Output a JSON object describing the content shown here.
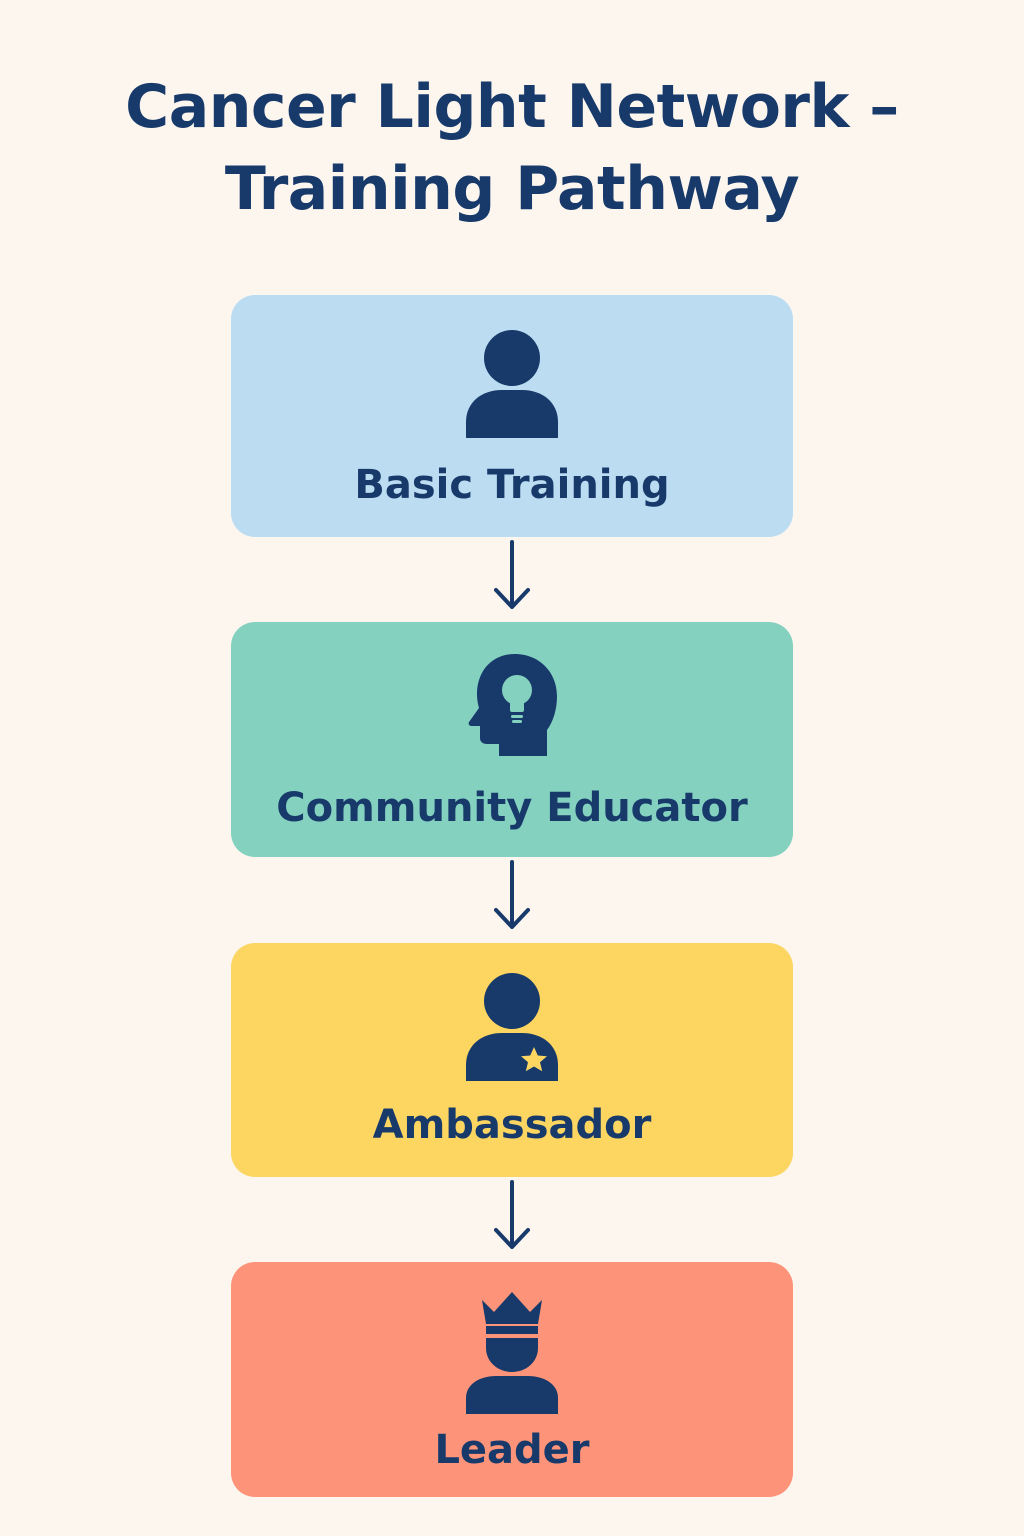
{
  "title": {
    "line1": "Cancer Light Network –",
    "line2": "Training Pathway"
  },
  "colors": {
    "background": "#fcf6ef",
    "text": "#173a6b",
    "basic_training": "#bcdcf2",
    "community_educator": "#84d1c0",
    "ambassador": "#fdd662",
    "leader": "#fd9479"
  },
  "stages": [
    {
      "label": "Basic Training",
      "icon": "person-icon"
    },
    {
      "label": "Community Educator",
      "icon": "head-lightbulb-icon"
    },
    {
      "label": "Ambassador",
      "icon": "person-star-icon"
    },
    {
      "label": "Leader",
      "icon": "person-crown-icon"
    }
  ]
}
